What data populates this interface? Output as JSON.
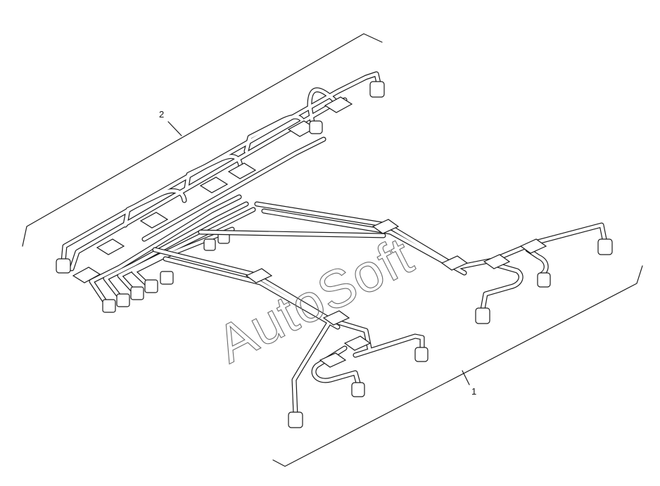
{
  "callouts": [
    {
      "id": "1",
      "label": "1"
    },
    {
      "id": "2",
      "label": "2"
    }
  ],
  "watermark": {
    "text": "AutoSoft"
  },
  "colors": {
    "line": "#1a1a1a",
    "background": "#ffffff",
    "watermark": "#6a6a6a"
  }
}
